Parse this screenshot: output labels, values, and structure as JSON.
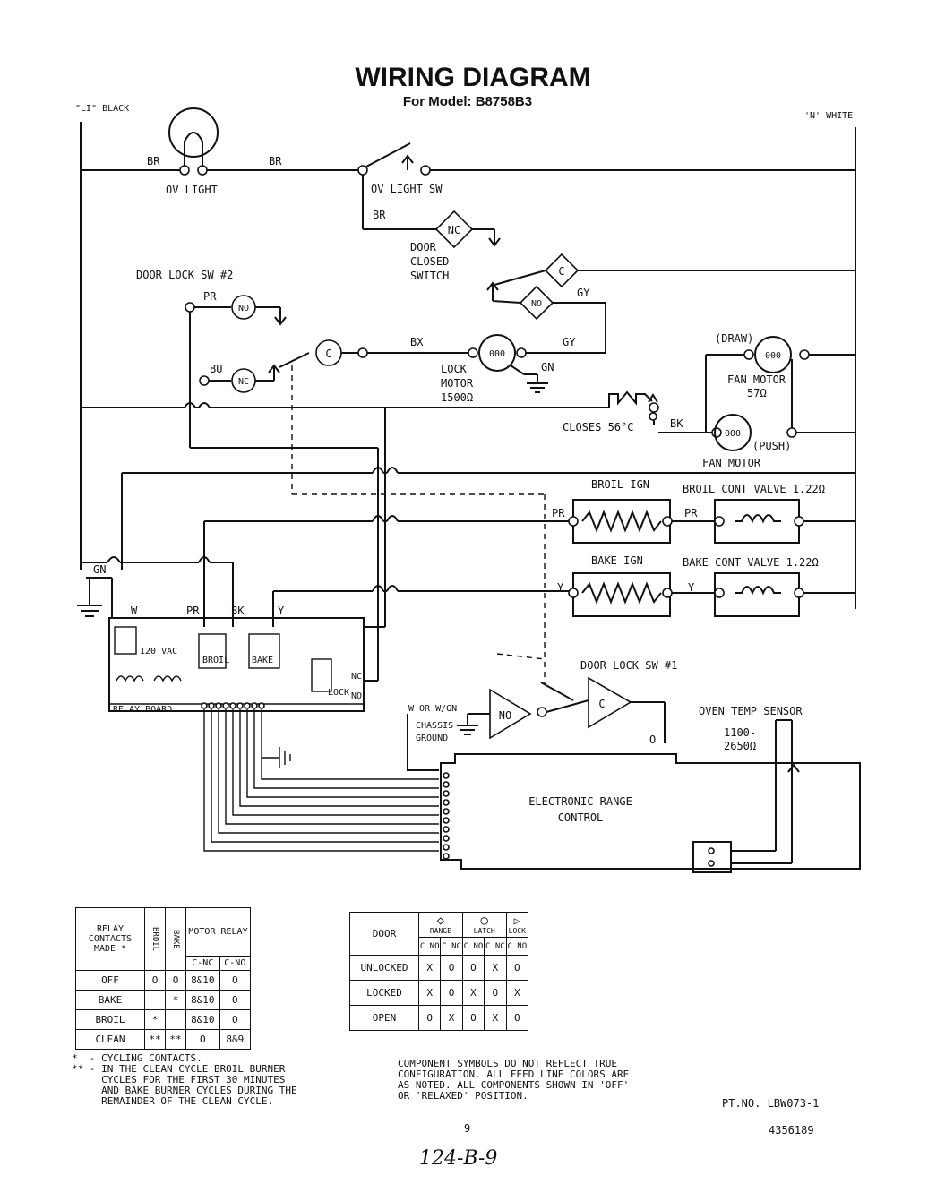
{
  "header": {
    "title": "WIRING DIAGRAM",
    "model": "For Model: B8758B3"
  },
  "lines": {
    "l1": "\"LI\" BLACK",
    "n": "'N' WHITE"
  },
  "labels": {
    "br1": "BR",
    "br2": "BR",
    "br3": "BR",
    "ov_light": "OV LIGHT",
    "ov_light_sw": "OV LIGHT SW",
    "door_closed_1": "DOOR",
    "door_closed_2": "CLOSED",
    "door_closed_3": "SWITCH",
    "door_lock_sw2": "DOOR LOCK SW #2",
    "pr1": "PR",
    "bu": "BU",
    "bx": "BX",
    "gy1": "GY",
    "gy2": "GY",
    "gn1": "GN",
    "lock_motor_1": "LOCK",
    "lock_motor_2": "MOTOR",
    "lock_motor_3": "1500Ω",
    "draw": "(DRAW)",
    "fan_motor_1": "FAN MOTOR",
    "fan_res": "57Ω",
    "closes": "CLOSES 56°C",
    "bk1": "BK",
    "push": "(PUSH)",
    "fan_motor_2": "FAN MOTOR",
    "broil_ign": "BROIL IGN",
    "broil_valve": "BROIL CONT VALVE 1.22Ω",
    "pr2": "PR",
    "pr3": "PR",
    "bake_ign": "BAKE IGN",
    "bake_valve": "BAKE CONT VALVE 1.22Ω",
    "y1": "Y",
    "y2": "Y",
    "gn2": "GN",
    "rb_w": "W",
    "rb_pr": "PR",
    "rb_bk": "BK",
    "rb_y": "Y",
    "relay_board": "RELAY BOARD",
    "broil_relay": "BROIL",
    "bake_relay": "BAKE",
    "lock": "LOCK",
    "nc": "NC",
    "no": "NO",
    "door_lock_sw1": "DOOR LOCK SW #1",
    "w_or_wgn": "W OR W/GN",
    "chassis": "CHASSIS",
    "ground": "GROUND",
    "oven_temp": "OVEN TEMP SENSOR",
    "sensor_res_1": "1100-",
    "sensor_res_2": "2650Ω",
    "erc_1": "ELECTRONIC RANGE",
    "erc_2": "CONTROL",
    "sym_nc": "NC",
    "sym_no": "NO",
    "sym_c": "C"
  },
  "relay_table": {
    "header": [
      "RELAY CONTACTS MADE *",
      "BROIL",
      "BAKE",
      "MOTOR RELAY"
    ],
    "sub": [
      "C-NC",
      "C-NO"
    ],
    "rows": [
      [
        "OFF",
        "O",
        "O",
        "8&10",
        "O"
      ],
      [
        "BAKE",
        "",
        "*",
        "8&10",
        "O"
      ],
      [
        "BROIL",
        "*",
        "",
        "8&10",
        "O"
      ],
      [
        "CLEAN",
        "**",
        "**",
        "O",
        "8&9"
      ]
    ]
  },
  "door_table": {
    "header": [
      "DOOR",
      "RANGE",
      "LATCH",
      "LOCK"
    ],
    "sub": [
      "C NO",
      "C NC",
      "C NO",
      "C NC",
      "C NO"
    ],
    "rows": [
      [
        "UNLOCKED",
        "X",
        "O",
        "O",
        "X",
        "O"
      ],
      [
        "LOCKED",
        "X",
        "O",
        "X",
        "O",
        "X"
      ],
      [
        "OPEN",
        "O",
        "X",
        "O",
        "X",
        "O"
      ]
    ]
  },
  "notes": {
    "left": "*  - CYCLING CONTACTS.\n** - IN THE CLEAN CYCLE BROIL BURNER\n     CYCLES FOR THE FIRST 30 MINUTES\n     AND BAKE BURNER CYCLES DURING THE\n     REMAINDER OF THE CLEAN CYCLE.",
    "right": "COMPONENT SYMBOLS DO NOT REFLECT TRUE\nCONFIGURATION. ALL FEED LINE COLORS ARE\nAS NOTED. ALL COMPONENTS SHOWN IN 'OFF'\nOR 'RELAXED' POSITION."
  },
  "footer": {
    "part_no": "PT.NO. LBW073-1",
    "page": "9",
    "doc": "4356189",
    "handwritten": "124-B-9"
  }
}
